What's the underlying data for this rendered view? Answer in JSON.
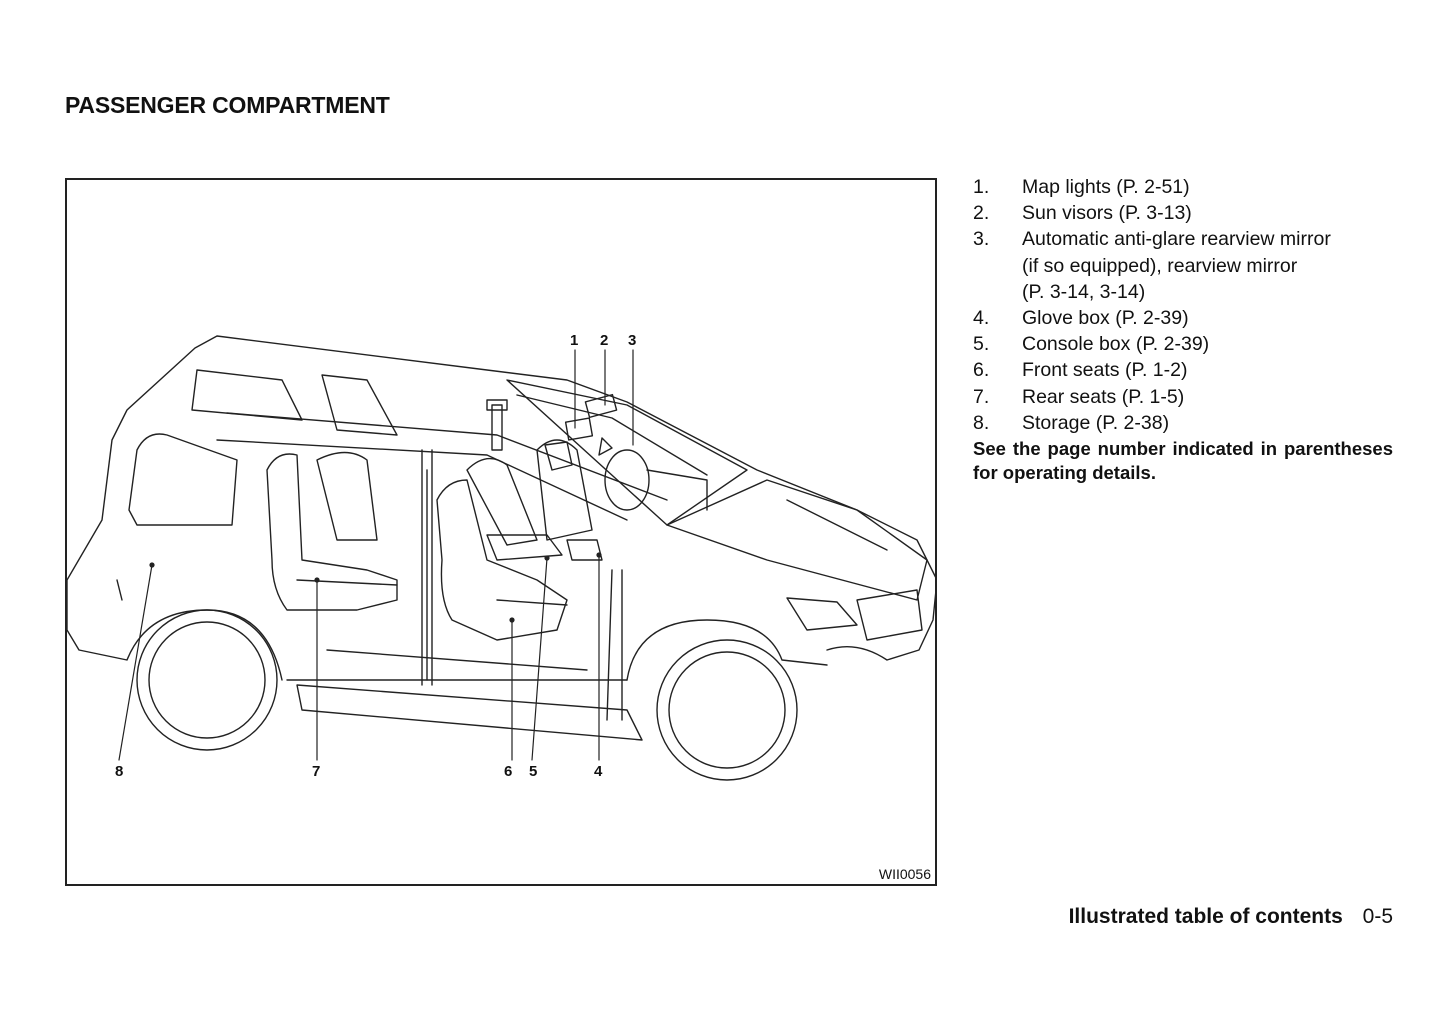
{
  "page_title": "PASSENGER COMPARTMENT",
  "figure": {
    "code": "WII0056",
    "callouts": [
      "1",
      "2",
      "3",
      "4",
      "5",
      "6",
      "7",
      "8"
    ]
  },
  "legend": [
    {
      "num": "1.",
      "text": [
        "Map lights (P. 2-51)"
      ]
    },
    {
      "num": "2.",
      "text": [
        "Sun visors (P. 3-13)"
      ]
    },
    {
      "num": "3.",
      "text": [
        "Automatic anti-glare rearview mirror",
        "(if so equipped), rearview mirror",
        "(P. 3-14, 3-14)"
      ]
    },
    {
      "num": "4.",
      "text": [
        "Glove box (P. 2-39)"
      ]
    },
    {
      "num": "5.",
      "text": [
        "Console box (P. 2-39)"
      ]
    },
    {
      "num": "6.",
      "text": [
        "Front seats (P. 1-2)"
      ]
    },
    {
      "num": "7.",
      "text": [
        "Rear seats (P. 1-5)"
      ]
    },
    {
      "num": "8.",
      "text": [
        "Storage (P. 2-38)"
      ]
    }
  ],
  "note": "See the page number indicated in parentheses for operating details.",
  "footer": {
    "section": "Illustrated table of contents",
    "page": "0-5"
  }
}
